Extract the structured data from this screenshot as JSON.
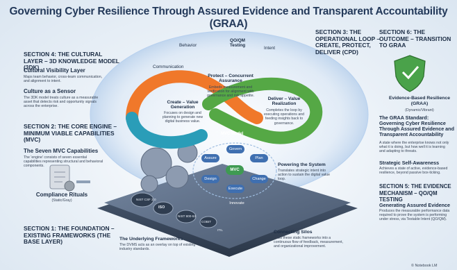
{
  "title": "Governing Cyber Resilience Through Assured Evidence and Transparent Accountability (GRAA)",
  "left": {
    "s4_header": "SECTION 4: THE CULTURAL LAYER – 3D KNOWLEDGE MODEL (3DK)",
    "cultural_title": "Cultural Visibility Layer",
    "cultural_text": "Maps team behavior, cross-team communication, and alignment to intent.",
    "sensor_title": "Culture as a Sensor",
    "sensor_text": "The 3DK model treats culture as a measurable asset that detects risk and opportunity signals across the enterprise.",
    "s2_header": "SECTION 2: THE CORE ENGINE – MINIMUM VIABLE CAPABILITIES (MVC)",
    "mvc_title": "The Seven MVC Capabilities",
    "mvc_text": "The 'engine' consists of seven essential capabilities representing structural and behavioral components.",
    "rituals_title": "Compliance Rituals",
    "rituals_sub": "(Static/Gray)",
    "s1_header": "SECTION 1: THE FOUNDATION – EXISTING FRAMEWORKS (THE BASE LAYER)"
  },
  "center": {
    "behavior": "Behavior",
    "qoqm": "QO/QM Testing",
    "intent": "Intent",
    "communication": "Communication",
    "protect_title": "Protect – Concurrent Assurance",
    "protect_text": "Embeds measurement and verification for alignment with governance and risk appetite.",
    "create_title": "Create – Value Generation",
    "create_text": "Focuses on design and planning to generate new digital business value.",
    "deliver_title": "Deliver – Value Realization",
    "deliver_text": "Completes the loop by executing operations and feeding insights back to governance.",
    "mvc_model": "MVC Model",
    "mvc_nodes": [
      "Govern",
      "Assure",
      "Plan",
      "MVC",
      "Design",
      "Change",
      "Execute",
      "Innovate"
    ],
    "powering_title": "Powering the System",
    "powering_text": "Translates strategic intent into action to sustain the digital value loop.",
    "frameworks": [
      "NIST CSF 2.0",
      "ISO",
      "NIST 800-53",
      "COBIT",
      "ITIL"
    ],
    "underlying_title": "The Underlying Frameworks",
    "underlying_text": "The DVMS acts as an overlay on top of existing industry standards.",
    "connecting_title": "Connecting Silos",
    "connecting_text": "Links these static frameworks into a continuous flow of feedback, measurement, and organizational improvement."
  },
  "right": {
    "s3_header": "SECTION 3: THE OPERATIONAL LOOP – CREATE, PROTECT, DELIVER (CPD)",
    "s6_header": "SECTION 6: THE OUTCOME – TRANSITION TO GRAA",
    "ebr_title": "Evidence-Based Resilience (GRAA)",
    "ebr_sub": "(Dynamic/Vibrant)",
    "standard_title": "The GRAA Standard: Governing Cyber Resilience Through Assured Evidence and Transparent Accountability",
    "standard_text": "A state where the enterprise knows not only what it is doing, but how well it is learning and adapting to threats.",
    "awareness_title": "Strategic Self-Awareness",
    "awareness_text": "Achieves a state of active, evidence-based resilience, beyond passive box-ticking.",
    "s5_header": "SECTION 5: THE EVIDENCE MECHANISM – QO/QM TESTING",
    "gen_title": "Generating Assured Evidence",
    "gen_text": "Produces the measurable performance data required to prove the system is performing under stress, via Testable Intent (QO/QM).",
    "credit": "© Notebook LM"
  },
  "colors": {
    "loop_orange": "#f0782a",
    "loop_green": "#55a845",
    "loop_teal": "#2a9db8",
    "node_blue": "#3f6fb0",
    "node_green": "#3f9a52",
    "title": "#23395a",
    "shield_green": "#4aa24a"
  }
}
